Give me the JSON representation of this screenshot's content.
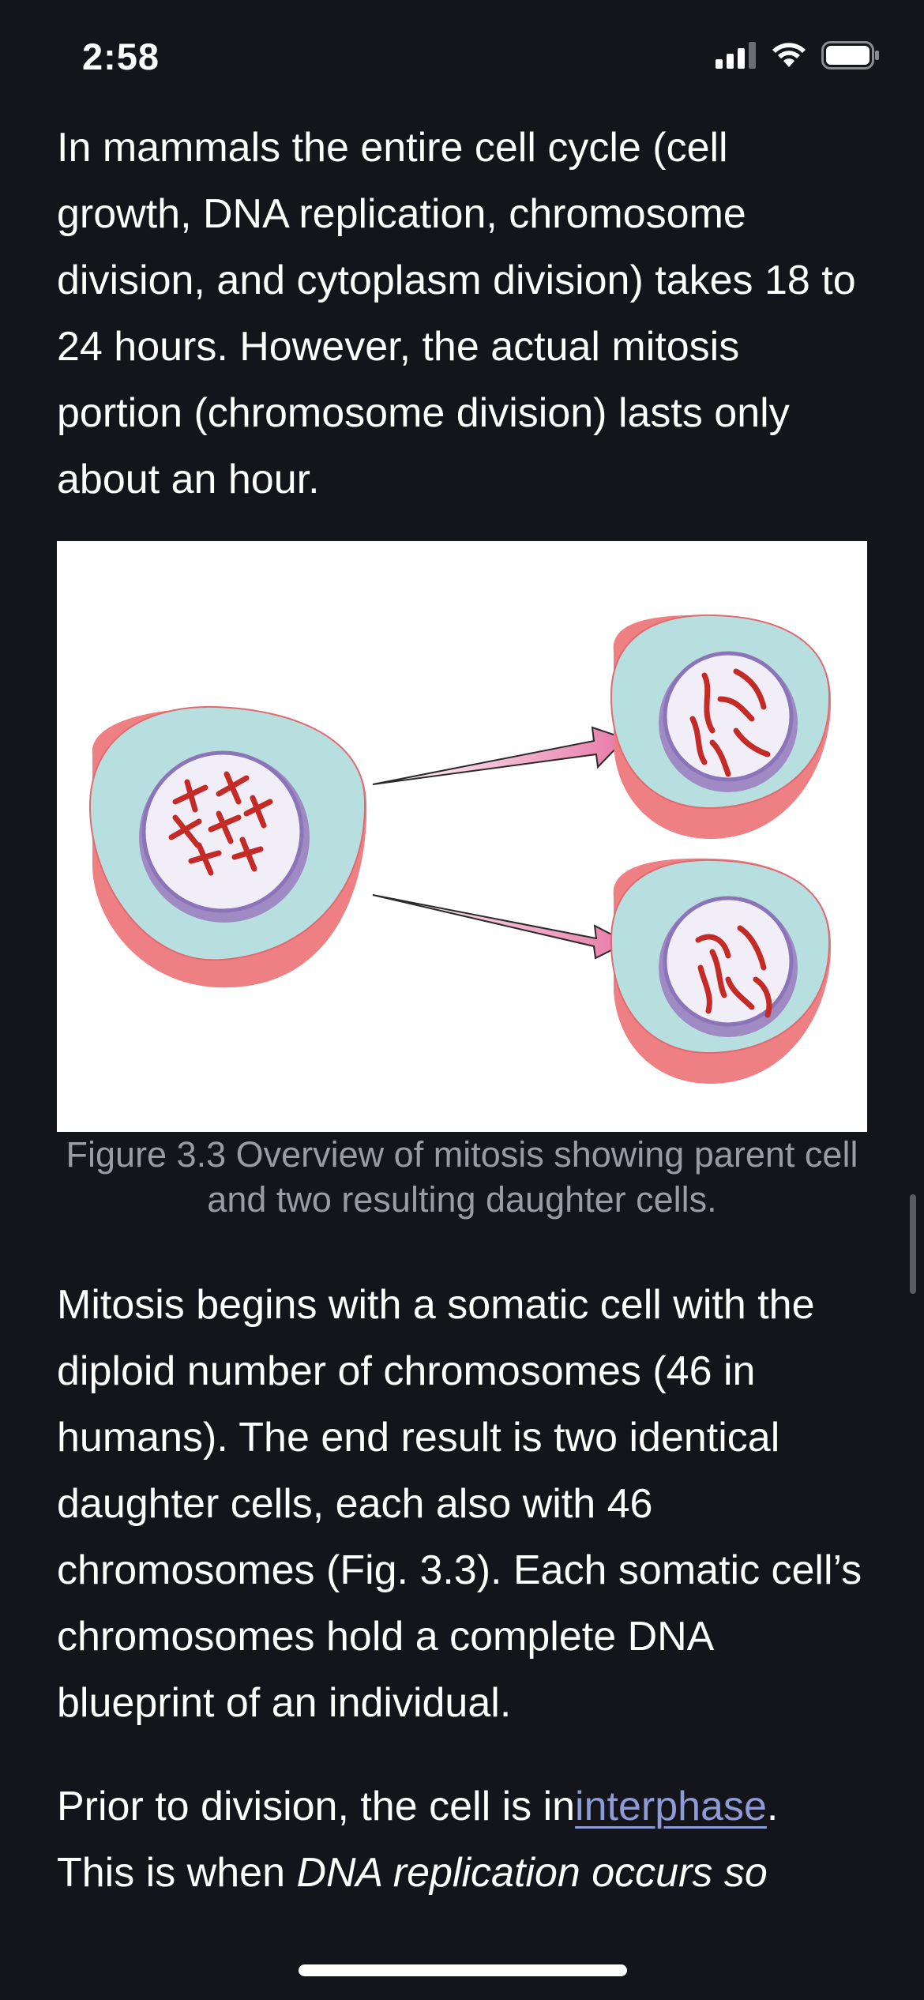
{
  "status_bar": {
    "time": "2:58",
    "signal_icon": "cellular-signal-icon",
    "wifi_icon": "wifi-icon",
    "battery_icon": "battery-icon"
  },
  "article": {
    "paragraph1": "In mammals the entire cell cycle (cell growth, DNA replication, chromosome division, and cytoplasm division) takes 18 to 24 hours. However, the actual mitosis portion (chromosome division) lasts only about an hour.",
    "figure_caption": "Figure 3.3 Overview of mitosis showing parent cell and two resulting daughter cells.",
    "paragraph2": "Mitosis begins with a somatic cell with the diploid number of chromosomes (46 in humans). The end result is two identical daughter cells, each also with 46 chromosomes (Fig. 3.3). Each somatic cell’s chromosomes hold a complete DNA blueprint of an individual.",
    "paragraph3_prefix": "Prior to division, the cell is in",
    "paragraph3_link": "interphase",
    "paragraph3_after_link": ".",
    "paragraph3_line2_prefix": "This is when ",
    "paragraph3_italic": "DNA replication occurs so"
  },
  "colors": {
    "background": "#14151b",
    "link": "#8e9bd6",
    "caption": "#9b9ca3"
  }
}
